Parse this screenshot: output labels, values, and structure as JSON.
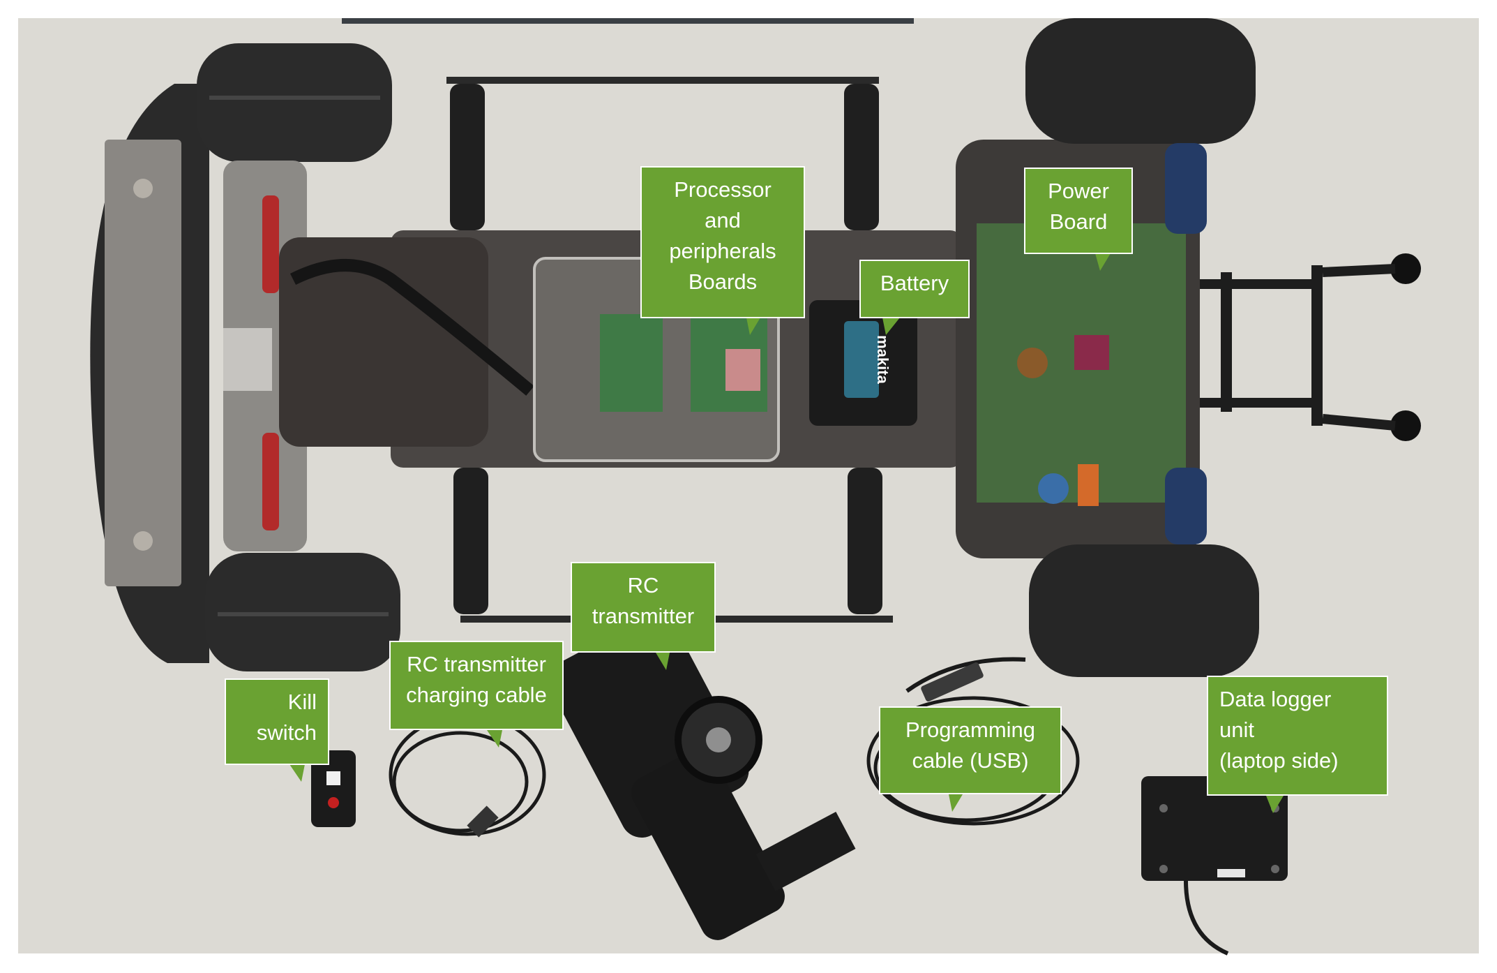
{
  "image": {
    "background_color": "#ffffff",
    "floor_color": "#dcdad4",
    "callout_color": "#6aa232",
    "callout_text_color": "#ffffff"
  },
  "callouts": {
    "processor": "Processor\nand\nperipherals\nBoards",
    "power_board": "Power\nBoard",
    "battery": "Battery",
    "rc_transmitter": "RC\ntransmitter",
    "rc_charging_cable": "RC transmitter\ncharging cable",
    "kill_switch": "Kill\nswitch",
    "programming_cable": "Programming\ncable (USB)",
    "data_logger": "Data logger\nunit\n (laptop side)"
  },
  "device_marks": {
    "battery_brand": "makita"
  }
}
